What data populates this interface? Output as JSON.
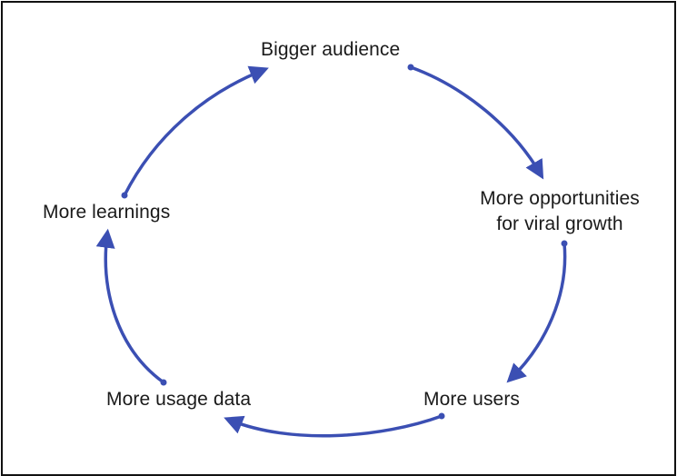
{
  "diagram": {
    "type": "cycle",
    "nodes": [
      {
        "id": "bigger",
        "label": "Bigger audience"
      },
      {
        "id": "opps",
        "lines": [
          "More opportunities",
          "for viral growth"
        ]
      },
      {
        "id": "users",
        "label": "More users"
      },
      {
        "id": "usage",
        "label": "More usage data"
      },
      {
        "id": "learn",
        "label": "More learnings"
      }
    ],
    "edges": [
      {
        "from": "bigger",
        "to": "opps"
      },
      {
        "from": "opps",
        "to": "users"
      },
      {
        "from": "users",
        "to": "usage"
      },
      {
        "from": "usage",
        "to": "learn"
      },
      {
        "from": "learn",
        "to": "bigger"
      }
    ],
    "arrow_color": "#3b4fb3",
    "text_color": "#1a1a1a",
    "border_color": "#111111"
  }
}
